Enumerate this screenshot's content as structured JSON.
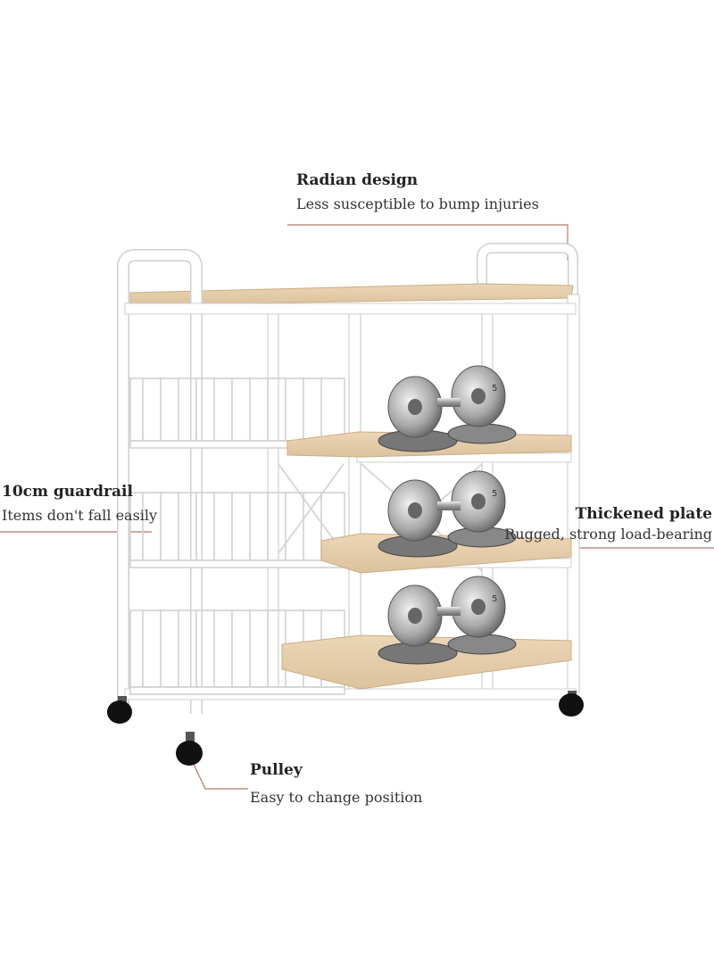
{
  "callouts": {
    "radian": {
      "title": "Radian design",
      "desc": "Less susceptible to bump injuries"
    },
    "guardrail": {
      "title": "10cm guardrail",
      "desc": "Items don't fall easily"
    },
    "plate": {
      "title": "Thickened plate",
      "desc": "Rugged, strong load-bearing"
    },
    "pulley": {
      "title": "Pulley",
      "desc": "Easy to change position"
    }
  },
  "plate_marking": "5",
  "icons": [
    "rack-illustration",
    "dumbbell-icon",
    "caster-wheel-icon"
  ],
  "colors": {
    "frame": "#ffffff",
    "frame_outline": "#cfcfcf",
    "wood": "#e6cfae",
    "leader_line": "#b07a6a",
    "metal": "#a9a9a9",
    "wheel": "#111111"
  }
}
